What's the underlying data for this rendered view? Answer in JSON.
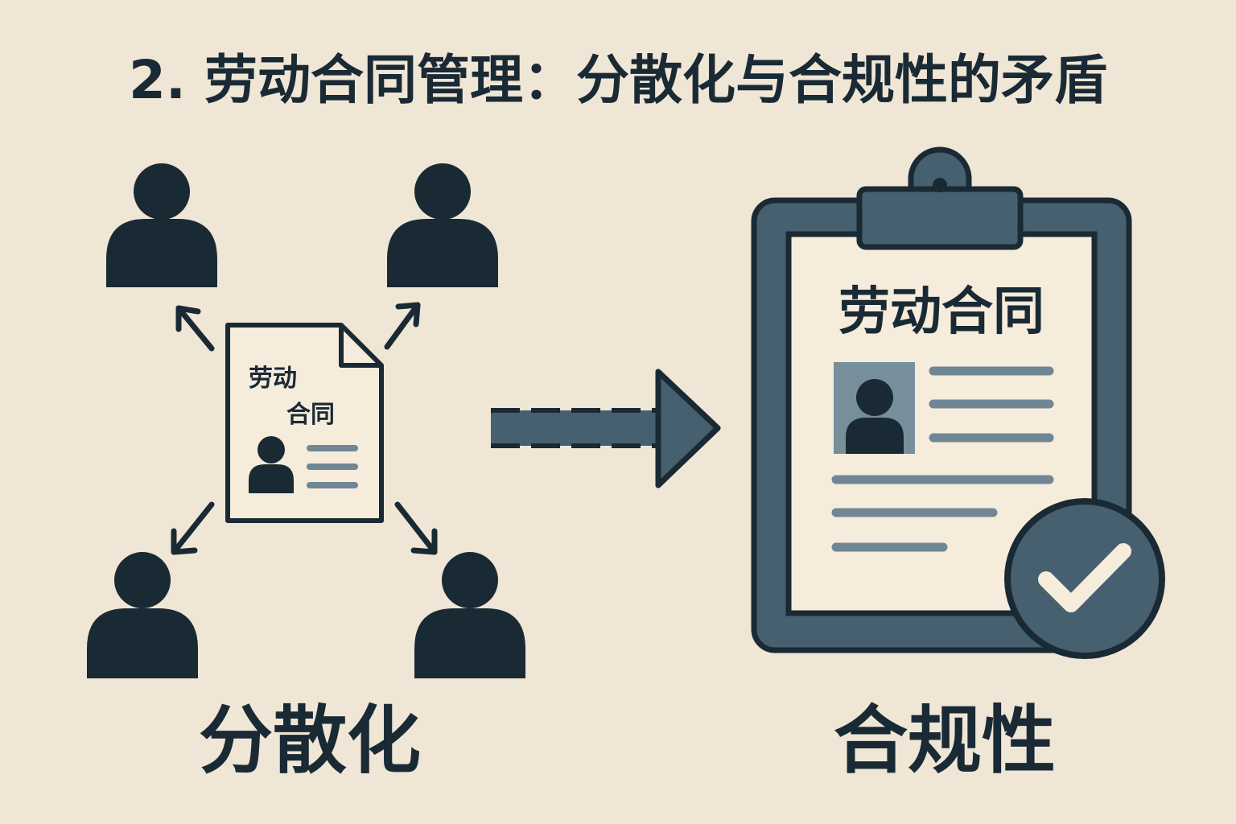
{
  "title": "2. 劳动合同管理：分散化与合规性的矛盾",
  "left_panel": {
    "document_label_line1": "劳动",
    "document_label_line2": "合同",
    "caption": "分散化",
    "people_count": 4
  },
  "right_panel": {
    "clipboard_title": "劳动合同",
    "caption": "合规性",
    "badge_icon": "checkmark-icon"
  },
  "center_arrow_icon": "dashed-arrow-right-icon",
  "colors": {
    "background": "#f0e6d6",
    "ink": "#1a2a35",
    "slate": "#46606f",
    "paper": "#f6ecdb",
    "muted_line": "#6f8794",
    "photo_bg": "#778f9b"
  }
}
